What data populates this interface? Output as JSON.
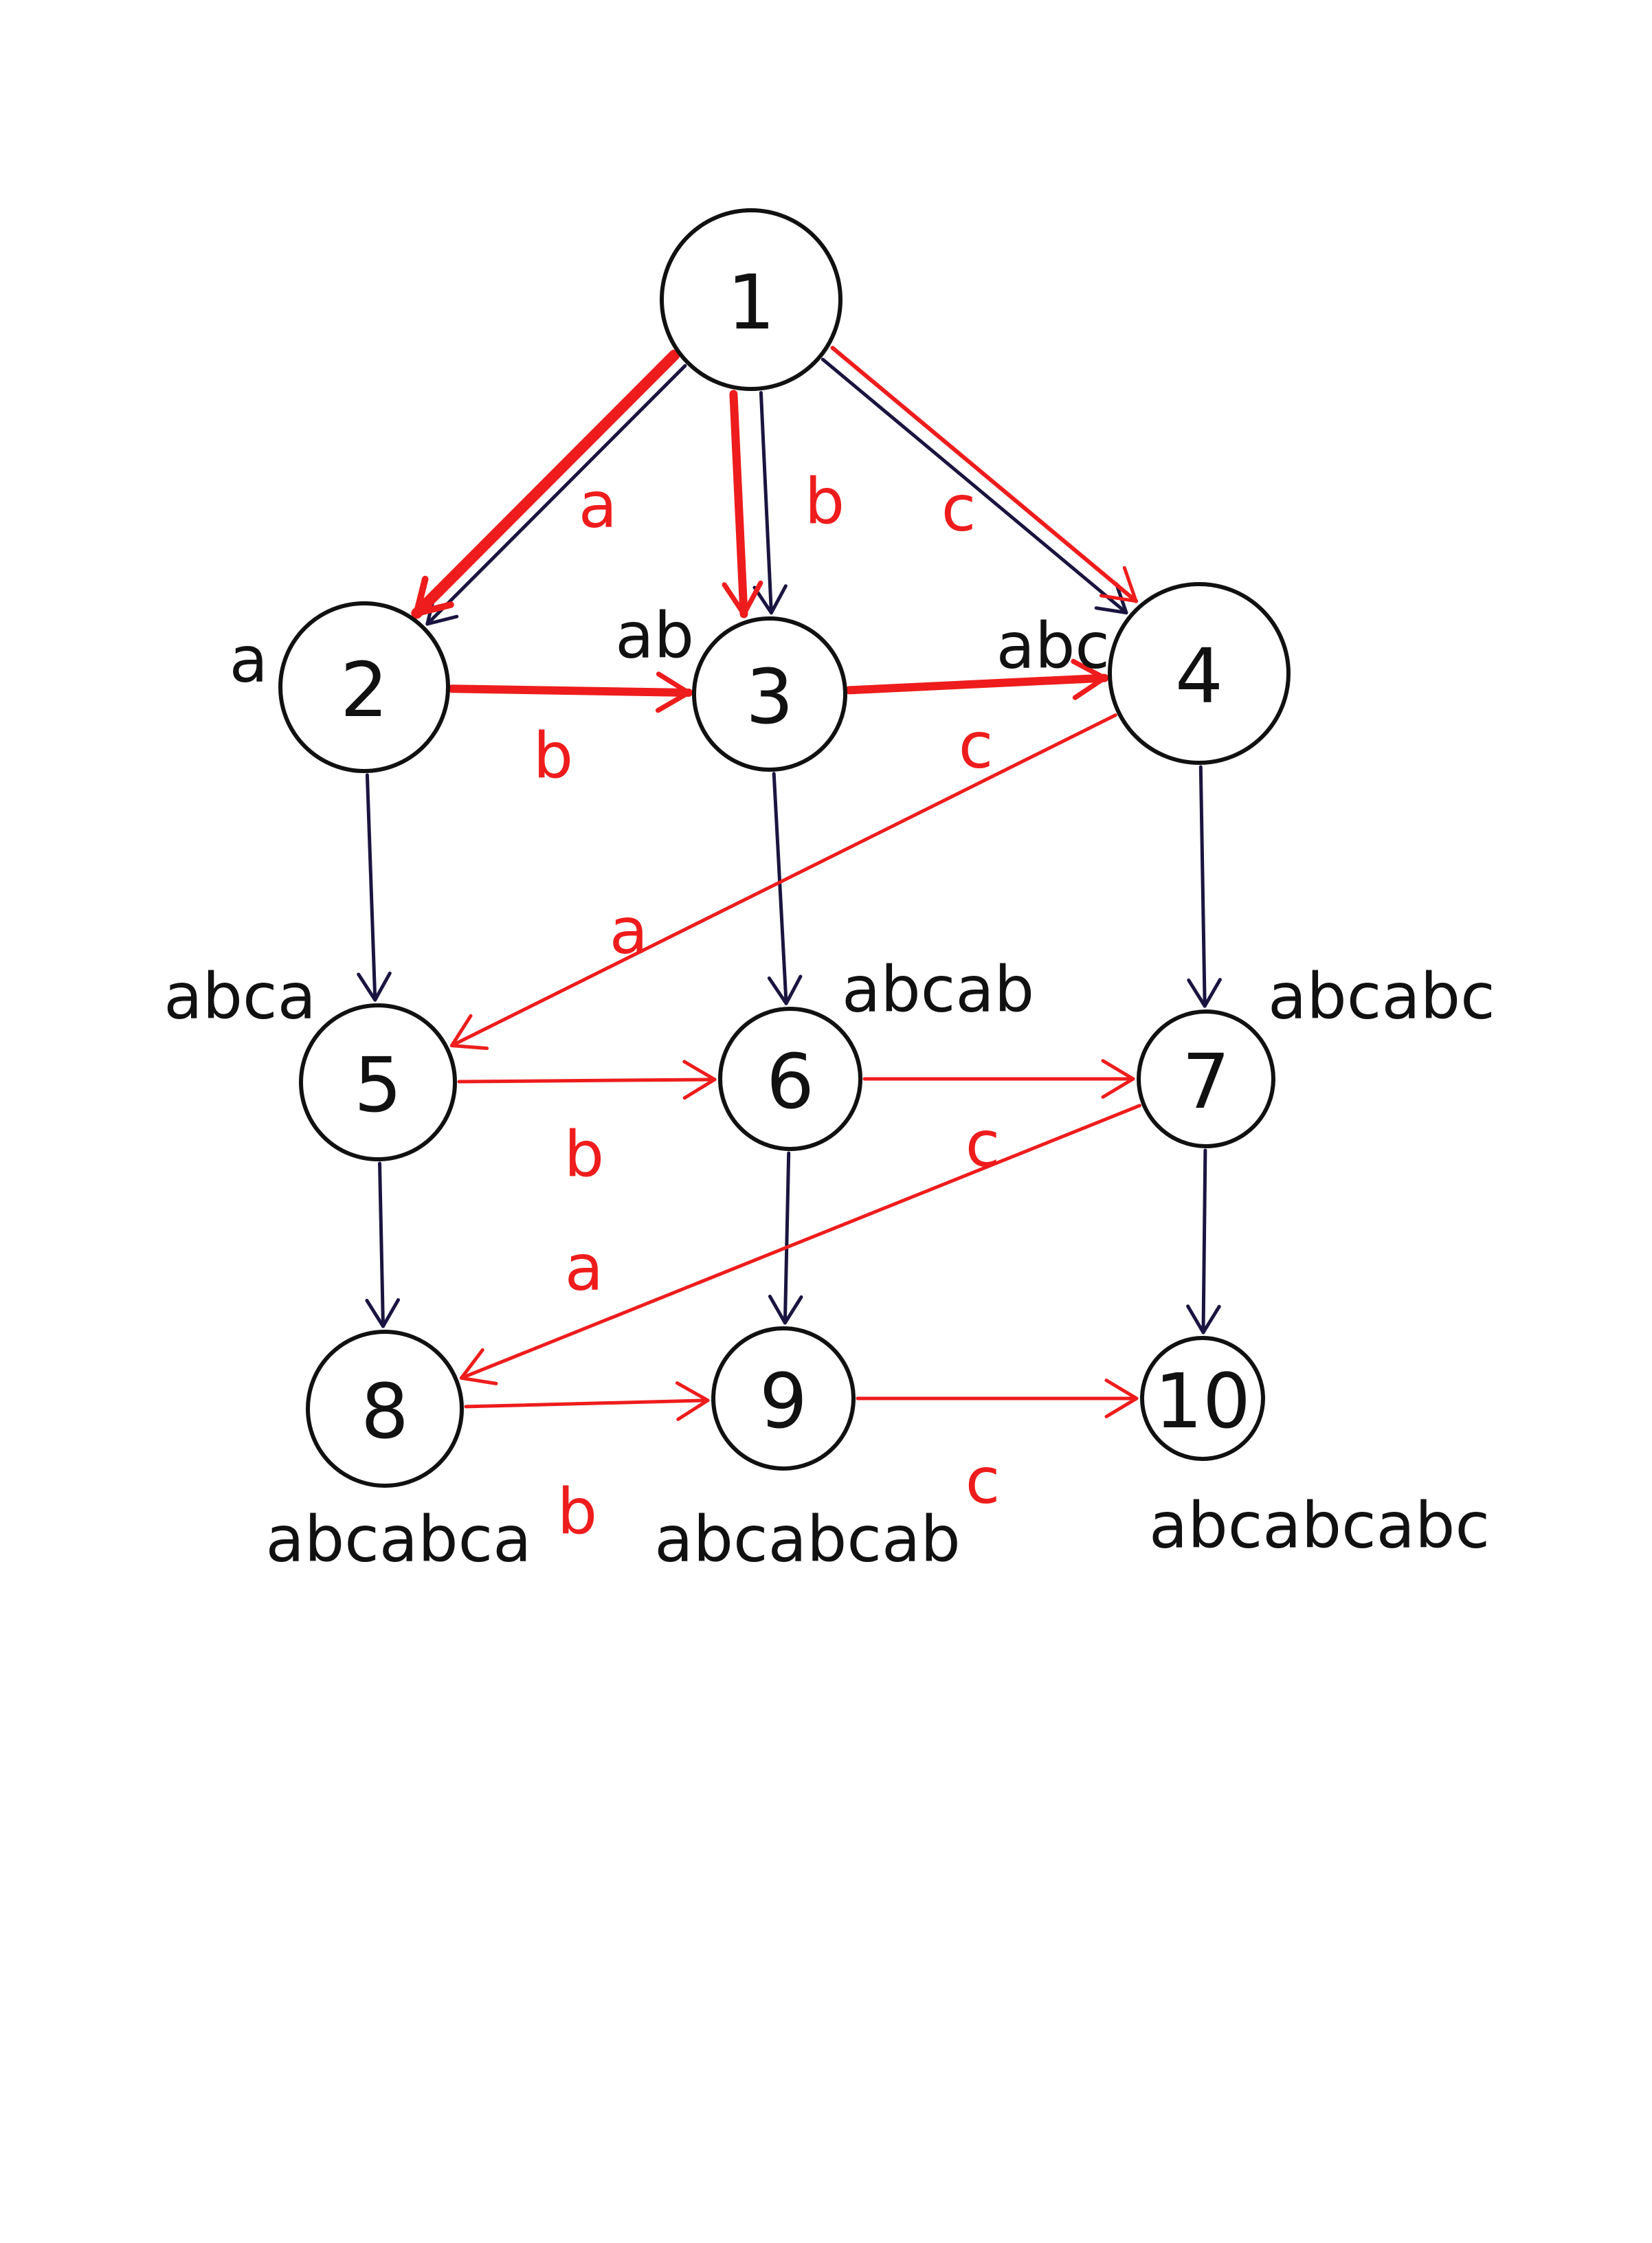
{
  "colors": {
    "ink": "#111111",
    "black_edge": "#1a1540",
    "red_edge": "#ee1c1c"
  },
  "nodes": [
    {
      "id": "1",
      "label": "1",
      "state": ""
    },
    {
      "id": "2",
      "label": "2",
      "state": "a"
    },
    {
      "id": "3",
      "label": "3",
      "state": "ab"
    },
    {
      "id": "4",
      "label": "4",
      "state": "abc"
    },
    {
      "id": "5",
      "label": "5",
      "state": "abca"
    },
    {
      "id": "6",
      "label": "6",
      "state": "abcab"
    },
    {
      "id": "7",
      "label": "7",
      "state": "abcabc"
    },
    {
      "id": "8",
      "label": "8",
      "state": "abcabca"
    },
    {
      "id": "9",
      "label": "9",
      "state": "abcabcab"
    },
    {
      "id": "10",
      "label": "10",
      "state": "abcabcabc"
    }
  ],
  "edges": [
    {
      "from": "1",
      "to": "2",
      "color": "black"
    },
    {
      "from": "1",
      "to": "3",
      "color": "black"
    },
    {
      "from": "1",
      "to": "4",
      "color": "black"
    },
    {
      "from": "2",
      "to": "5",
      "color": "black"
    },
    {
      "from": "3",
      "to": "6",
      "color": "black"
    },
    {
      "from": "4",
      "to": "7",
      "color": "black"
    },
    {
      "from": "5",
      "to": "8",
      "color": "black"
    },
    {
      "from": "6",
      "to": "9",
      "color": "black"
    },
    {
      "from": "7",
      "to": "10",
      "color": "black"
    },
    {
      "from": "1",
      "to": "2",
      "color": "red",
      "label": "a"
    },
    {
      "from": "1",
      "to": "3",
      "color": "red",
      "label": "b"
    },
    {
      "from": "1",
      "to": "4",
      "color": "red",
      "label": "c"
    },
    {
      "from": "2",
      "to": "3",
      "color": "red",
      "label": "b"
    },
    {
      "from": "3",
      "to": "4",
      "color": "red",
      "label": "c"
    },
    {
      "from": "4",
      "to": "5",
      "color": "red",
      "label": "a"
    },
    {
      "from": "5",
      "to": "6",
      "color": "red",
      "label": "b"
    },
    {
      "from": "6",
      "to": "7",
      "color": "red",
      "label": "c"
    },
    {
      "from": "7",
      "to": "8",
      "color": "red",
      "label": "a"
    },
    {
      "from": "8",
      "to": "9",
      "color": "red",
      "label": "b"
    },
    {
      "from": "9",
      "to": "10",
      "color": "red",
      "label": "c"
    }
  ]
}
